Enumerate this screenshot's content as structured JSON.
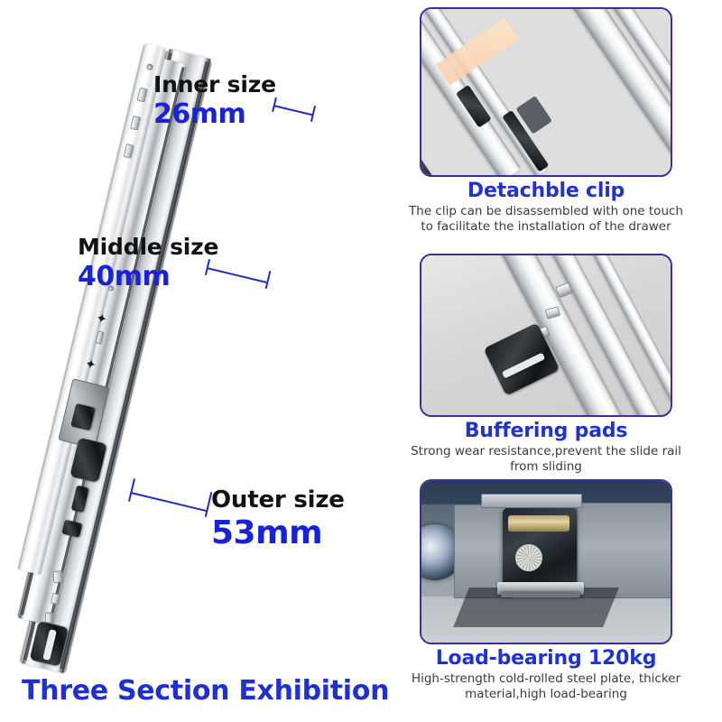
{
  "page": {
    "background_color": "#ffffff",
    "accent_blue": "#1a22d8",
    "caption_blue": "#2233cc",
    "panel_border": "#3b2f9e",
    "body_text": "#3a3a3a"
  },
  "left": {
    "footer_title": "Three Section Exhibition",
    "callouts": [
      {
        "id": "inner",
        "title": "Inner size",
        "value": "26mm"
      },
      {
        "id": "middle",
        "title": "Middle size",
        "value": "40mm"
      },
      {
        "id": "outer",
        "title": "Outer size",
        "value": "53mm"
      }
    ],
    "product_image_alt": "three-section-ball-bearing-drawer-slide"
  },
  "right": {
    "features": [
      {
        "id": "detachable-clip",
        "caption": "Detachble clip",
        "description": "The clip can be disassembled with one touch to facilitate the installation of the drawer",
        "photo_alt": "drawer-slide-detachable-clip-closeup"
      },
      {
        "id": "buffering-pads",
        "caption": "Buffering pads",
        "description": "Strong wear resistance,prevent the slide rail from sliding",
        "photo_alt": "drawer-slide-buffering-pad-closeup"
      },
      {
        "id": "load-bearing",
        "caption": "Load-bearing 120kg",
        "description": "High-strength cold-rolled steel plate, thicker material,high load-bearing",
        "photo_alt": "generator-on-slide-out-tray-load-bearing-demo"
      }
    ]
  }
}
